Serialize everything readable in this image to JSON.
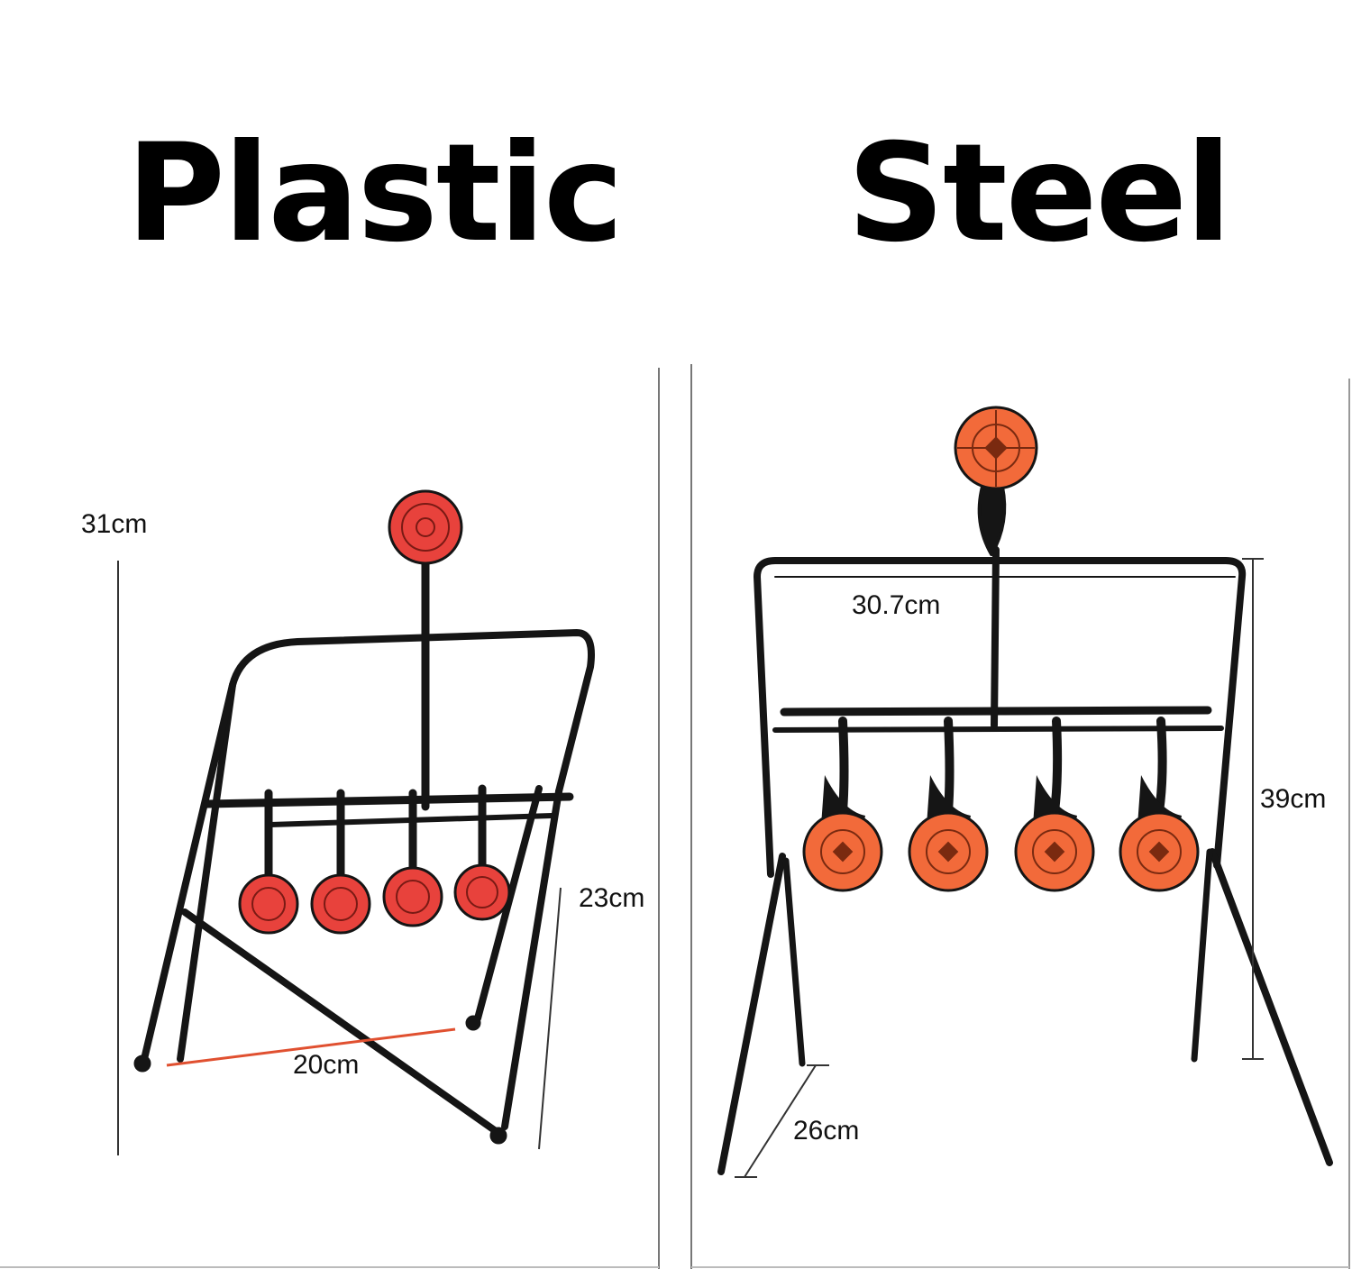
{
  "headings": {
    "left": "Plastic",
    "right": "Steel"
  },
  "dimensions": {
    "plastic_height": "31cm",
    "plastic_side": "23cm",
    "plastic_width": "20cm",
    "steel_width": "30.7cm",
    "steel_height": "39cm",
    "steel_depth": "26cm"
  },
  "colors": {
    "frame": "#151515",
    "target_orange": "#f26a3a",
    "target_red": "#e8423c",
    "measure_red": "#e05030",
    "divider": "#888888"
  }
}
